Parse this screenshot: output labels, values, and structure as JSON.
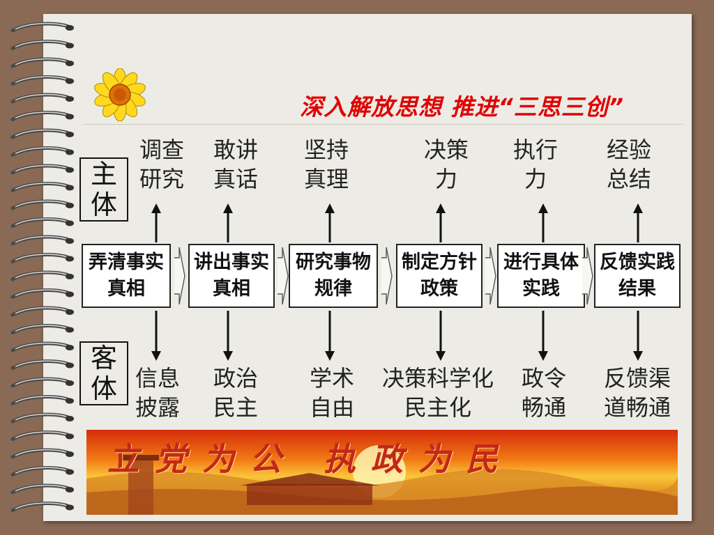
{
  "title": "深入解放思想  推进“三思三创”",
  "subject_label": "主体",
  "object_label": "客体",
  "steps": [
    {
      "top": "调查研究",
      "box": "弄清事实真相",
      "bottom": "信息披露"
    },
    {
      "top": "敢讲真话",
      "box": "讲出事实真相",
      "bottom": "政治民主"
    },
    {
      "top": "坚持真理",
      "box": "研究事物规律",
      "bottom": "学术自由"
    },
    {
      "top": "决策力",
      "box": "制定方针政策",
      "bottom": "决策科学化民主化"
    },
    {
      "top": "执行力",
      "box": "进行具体实践",
      "bottom": "政令畅通"
    },
    {
      "top": "经验总结",
      "box": "反馈实践结果",
      "bottom": "反馈渠道畅通"
    }
  ],
  "banner": {
    "text": "立党为公  执政为民"
  },
  "colors": {
    "title": "#e00000",
    "background": "#8a6a55",
    "paper": "#ecebe6"
  },
  "icons": {
    "flower": "sunflower-icon",
    "binding": "spiral-binding-icon"
  }
}
